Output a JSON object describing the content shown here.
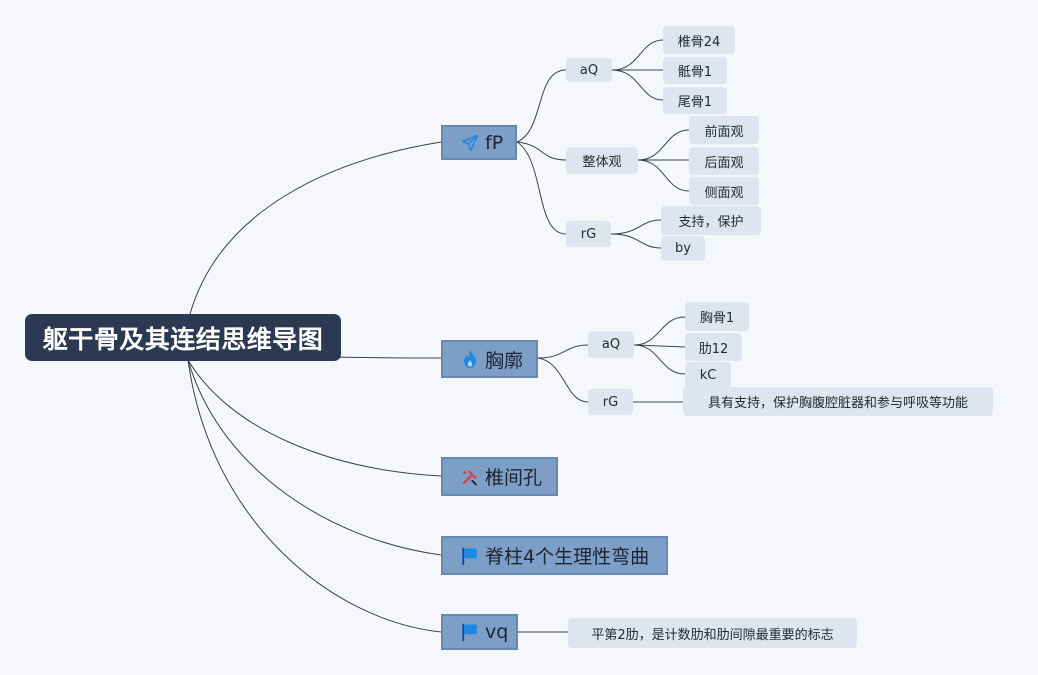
{
  "root": {
    "label": "躯干骨及其连结思维导图"
  },
  "branch1": {
    "label": "fP",
    "icon": "paper-plane-icon",
    "sub1": {
      "label": "aQ",
      "leaves": [
        "椎骨24",
        "骶骨1",
        "尾骨1"
      ]
    },
    "sub2": {
      "label": "整体观",
      "leaves": [
        "前面观",
        "后面观",
        "侧面观"
      ]
    },
    "sub3": {
      "label": "rG",
      "leaves": [
        "支持，保护",
        "by"
      ]
    }
  },
  "branch2": {
    "label": "胸廓",
    "icon": "flame-icon",
    "sub1": {
      "label": "aQ",
      "leaves": [
        "胸骨1",
        "肋12",
        "kC"
      ]
    },
    "sub2": {
      "label": "rG",
      "leaves": [
        "具有支持，保护胸腹腔脏器和参与呼吸等功能"
      ]
    }
  },
  "branch3": {
    "label": "椎间孔",
    "icon": "tools-icon"
  },
  "branch4": {
    "label": "脊柱4个生理性弯曲",
    "icon": "flag-icon"
  },
  "branch5": {
    "label": "vq",
    "icon": "flag-icon",
    "leaves": [
      "平第2肋，是计数肋和肋间隙最重要的标志"
    ]
  },
  "colors": {
    "root_bg": "#2b3a52",
    "main_bg": "#7d9ec6",
    "sub_bg": "#dfe5ee",
    "line": "#3a4250",
    "icon_blue": "#1e88e5",
    "icon_red": "#d84040"
  }
}
